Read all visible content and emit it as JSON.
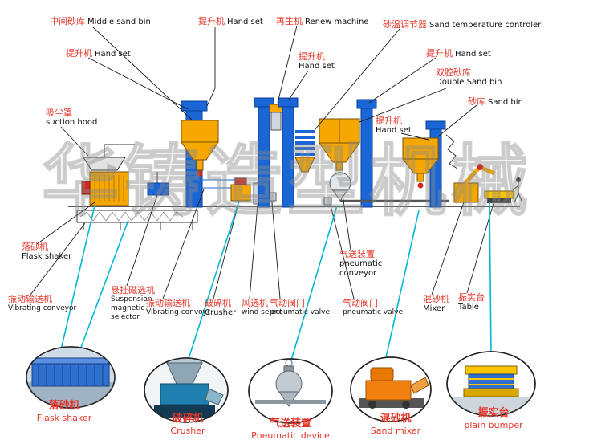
{
  "watermark": "华铸造型机械",
  "colors": {
    "label_red": "#e53528",
    "leader_cyan": "#00b8d4",
    "elevator_blue": "#1a66d6",
    "hopper_orange": "#f6a800",
    "photo_label_red": "#e53528"
  },
  "diagram_labels": {
    "middle_sand_bin": {
      "zh": "中间砂库",
      "en": "Middle sand bin"
    },
    "hoist_1": {
      "zh": "提升机",
      "en": "Hand set"
    },
    "hoist_2": {
      "zh": "提升机",
      "en": "Hand set"
    },
    "renew_machine": {
      "zh": "再生机",
      "en": "Renew machine"
    },
    "sand_temperature": {
      "zh": "砂温调节器",
      "en": "Sand temperature controler"
    },
    "hoist_3": {
      "zh": "提升机",
      "en": "Hand set"
    },
    "hoist_4": {
      "zh": "提升机",
      "en": "Hand set"
    },
    "double_sand_bin": {
      "zh": "双腔砂库",
      "en": "Double Sand bin"
    },
    "sand_bin": {
      "zh": "砂库",
      "en": "Sand bin"
    },
    "suction_hood": {
      "zh": "吸尘罩",
      "en": "suction hood"
    },
    "hoist_5": {
      "zh": "提升机",
      "en": "Hand set"
    },
    "flask_shaker": {
      "zh": "落砂机",
      "en": "Flask shaker"
    },
    "vibrating_conveyor_1": {
      "zh": "振动输送机",
      "en": "Vibrating conveyor"
    },
    "suspension_magnetic_selector": {
      "zh": "悬挂磁选机",
      "en": "Suspension magnetic selector"
    },
    "vibrating_conveyor_2": {
      "zh": "振动输送机",
      "en": "Vibrating convoyr"
    },
    "crusher": {
      "zh": "破碎机",
      "en": "Crusher"
    },
    "wind_select": {
      "zh": "风选机",
      "en": "wind select"
    },
    "pneumatic_valve_1": {
      "zh": "气动阀门",
      "en": "pneumatic valve"
    },
    "pneumatic_conveyor": {
      "zh": "气送装置",
      "en": "pneumatic conveyor"
    },
    "pneumatic_valve_2": {
      "zh": "气动阀门",
      "en": "pneumatic valve"
    },
    "mixer": {
      "zh": "混砂机",
      "en": "Mixer"
    },
    "table": {
      "zh": "振实台",
      "en": "Table"
    }
  },
  "photo_labels": {
    "flask_shaker": {
      "zh": "落砂机",
      "en": "Flask shaker"
    },
    "crusher": {
      "zh": "破碎机",
      "en": "Crusher"
    },
    "pneumatic_device": {
      "zh": "气送装置",
      "en": "Pneumatic device"
    },
    "sand_mixer": {
      "zh": "混砂机",
      "en": "Sand mixer"
    },
    "plain_bumper": {
      "zh": "振实台",
      "en": "plain bumper"
    }
  }
}
